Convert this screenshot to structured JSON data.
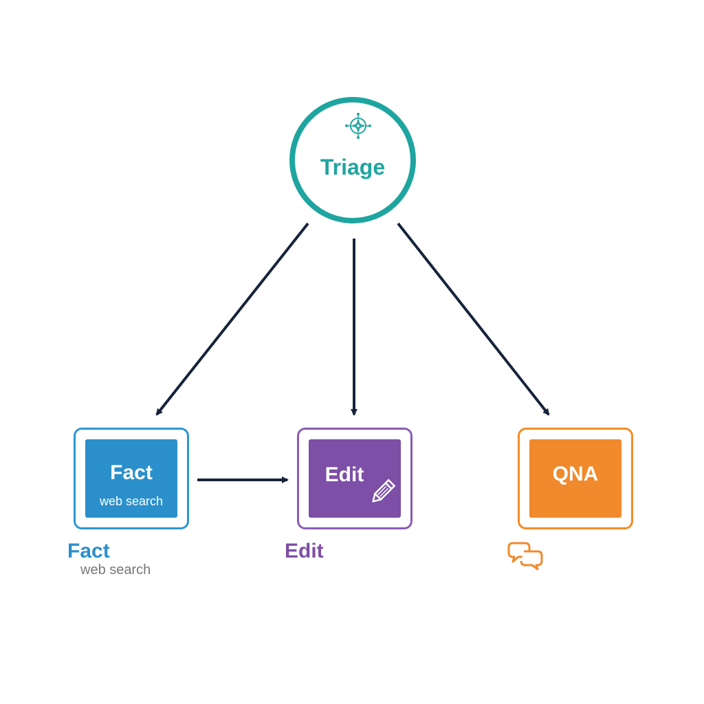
{
  "triage": {
    "label": "Triage",
    "color": "#1fa5a0",
    "icon": "compass-target-icon"
  },
  "nodes": {
    "fact": {
      "title": "Fact",
      "subtitle": "web search",
      "color": "#2b8fcb"
    },
    "edit": {
      "title": "Edit",
      "color": "#7d4fa6",
      "icon": "pencil-icon"
    },
    "qna": {
      "title": "QNA",
      "color": "#f08a2c"
    }
  },
  "captions": {
    "fact": {
      "title": "Fact",
      "subtitle": "web search"
    },
    "edit": {
      "title": "Edit"
    },
    "qna": {
      "icon": "chat-bubbles-icon"
    }
  },
  "edges": [
    {
      "from": "Triage",
      "to": "Fact"
    },
    {
      "from": "Triage",
      "to": "Edit"
    },
    {
      "from": "Triage",
      "to": "QNA"
    },
    {
      "from": "Fact",
      "to": "Edit"
    }
  ],
  "arrow_color": "#16233a"
}
